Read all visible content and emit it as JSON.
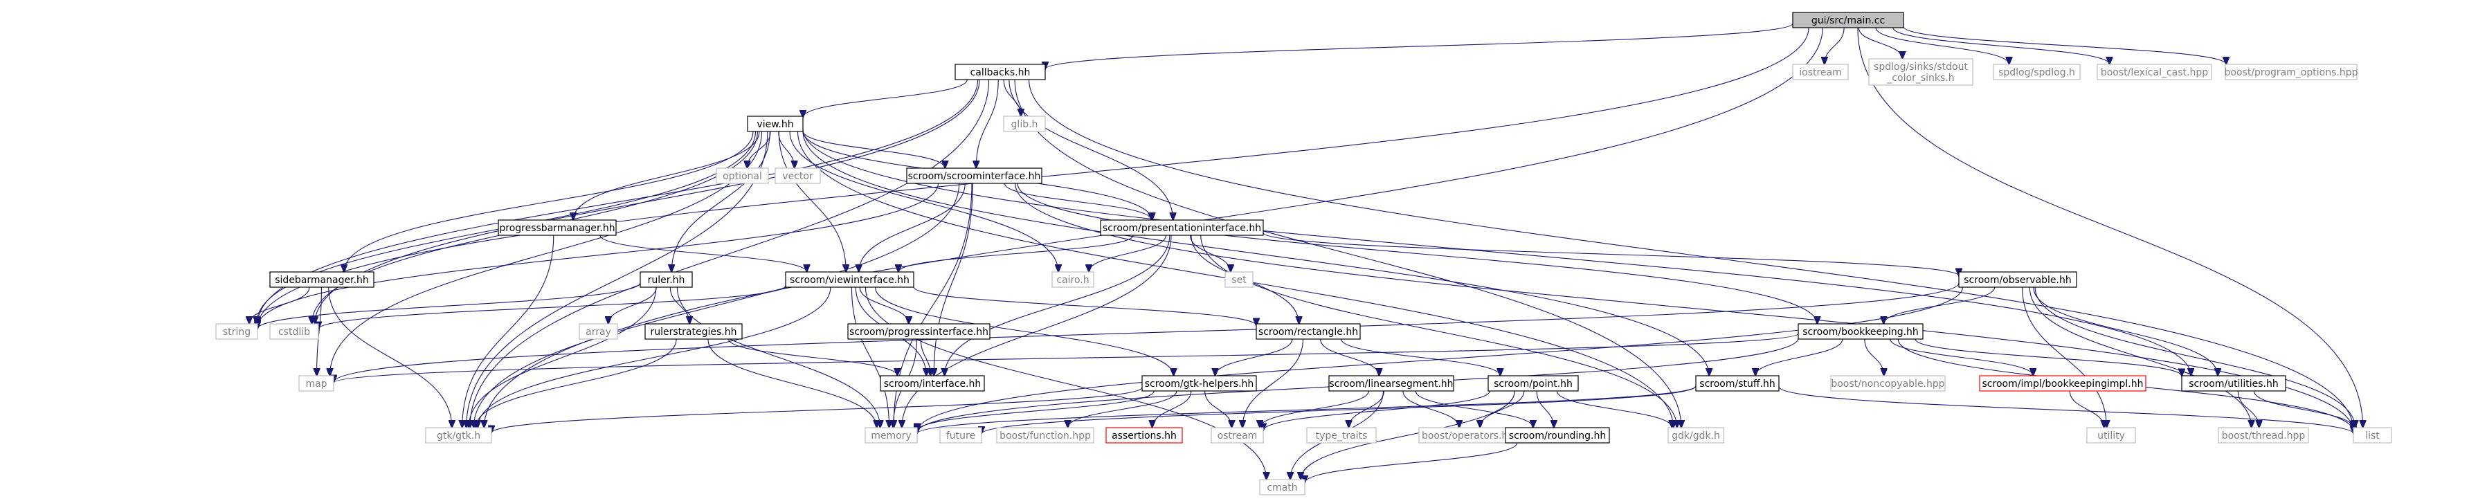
{
  "colors": {
    "edge": "#191970",
    "text_normal": "#000000",
    "text_external": "#808080",
    "text_missing": "#000000",
    "border_normal": "#000000",
    "border_external": "#bfbfbf",
    "border_missing": "#ff0000",
    "fill_root": "#bfbfbf",
    "fill_normal": "#ffffff"
  },
  "graph": {
    "nodes": [
      {
        "id": "main",
        "label": "gui/src/main.cc",
        "kind": "root"
      },
      {
        "id": "callbacks",
        "label": "callbacks.hh",
        "kind": "normal"
      },
      {
        "id": "iostream",
        "label": "iostream",
        "kind": "external"
      },
      {
        "id": "spdlog_sinks",
        "label": "spdlog/sinks/stdout\n_color_sinks.h",
        "kind": "external"
      },
      {
        "id": "spdlog",
        "label": "spdlog/spdlog.h",
        "kind": "external"
      },
      {
        "id": "lexical_cast",
        "label": "boost/lexical_cast.hpp",
        "kind": "external"
      },
      {
        "id": "program_options",
        "label": "boost/program_options.hpp",
        "kind": "external"
      },
      {
        "id": "glib",
        "label": "glib.h",
        "kind": "external"
      },
      {
        "id": "view",
        "label": "view.hh",
        "kind": "normal"
      },
      {
        "id": "optional",
        "label": "optional",
        "kind": "external"
      },
      {
        "id": "vector",
        "label": "vector",
        "kind": "external"
      },
      {
        "id": "scroominterface",
        "label": "scroom/scroominterface.hh",
        "kind": "normal"
      },
      {
        "id": "progressbarmanager",
        "label": "progressbarmanager.hh",
        "kind": "normal"
      },
      {
        "id": "presentationinterface",
        "label": "scroom/presentationinterface.hh",
        "kind": "normal"
      },
      {
        "id": "sidebarmanager",
        "label": "sidebarmanager.hh",
        "kind": "normal"
      },
      {
        "id": "ruler",
        "label": "ruler.hh",
        "kind": "normal"
      },
      {
        "id": "viewinterface",
        "label": "scroom/viewinterface.hh",
        "kind": "normal"
      },
      {
        "id": "cairo",
        "label": "cairo.h",
        "kind": "external"
      },
      {
        "id": "set",
        "label": "set",
        "kind": "external"
      },
      {
        "id": "observable",
        "label": "scroom/observable.hh",
        "kind": "normal"
      },
      {
        "id": "string",
        "label": "string",
        "kind": "external"
      },
      {
        "id": "cstdlib",
        "label": "cstdlib",
        "kind": "external"
      },
      {
        "id": "array",
        "label": "array",
        "kind": "external"
      },
      {
        "id": "rulerstrategies",
        "label": "rulerstrategies.hh",
        "kind": "normal"
      },
      {
        "id": "progressinterface",
        "label": "scroom/progressinterface.hh",
        "kind": "normal"
      },
      {
        "id": "rectangle",
        "label": "scroom/rectangle.hh",
        "kind": "normal"
      },
      {
        "id": "bookkeeping",
        "label": "scroom/bookkeeping.hh",
        "kind": "normal"
      },
      {
        "id": "map",
        "label": "map",
        "kind": "external"
      },
      {
        "id": "interface",
        "label": "scroom/interface.hh",
        "kind": "normal"
      },
      {
        "id": "gtkhelpers",
        "label": "scroom/gtk-helpers.hh",
        "kind": "normal"
      },
      {
        "id": "linearsegment",
        "label": "scroom/linearsegment.hh",
        "kind": "normal"
      },
      {
        "id": "point",
        "label": "scroom/point.hh",
        "kind": "normal"
      },
      {
        "id": "stuff",
        "label": "scroom/stuff.hh",
        "kind": "normal"
      },
      {
        "id": "noncopyable",
        "label": "boost/noncopyable.hpp",
        "kind": "external"
      },
      {
        "id": "bookkeepingimpl",
        "label": "scroom/impl/bookkeepingimpl.hh",
        "kind": "missing"
      },
      {
        "id": "utilities",
        "label": "scroom/utilities.hh",
        "kind": "normal"
      },
      {
        "id": "gtk",
        "label": "gtk/gtk.h",
        "kind": "external"
      },
      {
        "id": "memory",
        "label": "memory",
        "kind": "external"
      },
      {
        "id": "future",
        "label": "future",
        "kind": "external"
      },
      {
        "id": "function",
        "label": "boost/function.hpp",
        "kind": "external"
      },
      {
        "id": "assertions",
        "label": "assertions.hh",
        "kind": "missing"
      },
      {
        "id": "ostream",
        "label": "ostream",
        "kind": "external"
      },
      {
        "id": "type_traits",
        "label": "type_traits",
        "kind": "external"
      },
      {
        "id": "operators",
        "label": "boost/operators.hpp",
        "kind": "external"
      },
      {
        "id": "rounding",
        "label": "scroom/rounding.hh",
        "kind": "normal"
      },
      {
        "id": "gdk",
        "label": "gdk/gdk.h",
        "kind": "external"
      },
      {
        "id": "utility",
        "label": "utility",
        "kind": "external"
      },
      {
        "id": "thread",
        "label": "boost/thread.hpp",
        "kind": "external"
      },
      {
        "id": "list",
        "label": "list",
        "kind": "external"
      },
      {
        "id": "cmath",
        "label": "cmath",
        "kind": "external"
      }
    ],
    "edges": [
      [
        "main",
        "callbacks"
      ],
      [
        "main",
        "iostream"
      ],
      [
        "main",
        "spdlog_sinks"
      ],
      [
        "main",
        "spdlog"
      ],
      [
        "main",
        "lexical_cast"
      ],
      [
        "main",
        "program_options"
      ],
      [
        "main",
        "gtk"
      ],
      [
        "main",
        "string"
      ],
      [
        "main",
        "list"
      ],
      [
        "callbacks",
        "glib"
      ],
      [
        "callbacks",
        "view"
      ],
      [
        "callbacks",
        "scroominterface"
      ],
      [
        "callbacks",
        "presentationinterface"
      ],
      [
        "callbacks",
        "gtk"
      ],
      [
        "callbacks",
        "string"
      ],
      [
        "callbacks",
        "cstdlib"
      ],
      [
        "callbacks",
        "gdk"
      ],
      [
        "callbacks",
        "list"
      ],
      [
        "view",
        "optional"
      ],
      [
        "view",
        "vector"
      ],
      [
        "view",
        "scroominterface"
      ],
      [
        "view",
        "progressbarmanager"
      ],
      [
        "view",
        "presentationinterface"
      ],
      [
        "view",
        "sidebarmanager"
      ],
      [
        "view",
        "ruler"
      ],
      [
        "view",
        "viewinterface"
      ],
      [
        "view",
        "cairo"
      ],
      [
        "view",
        "string"
      ],
      [
        "view",
        "cstdlib"
      ],
      [
        "view",
        "map"
      ],
      [
        "view",
        "gtk"
      ],
      [
        "view",
        "stuff"
      ],
      [
        "view",
        "utilities"
      ],
      [
        "view",
        "gdk"
      ],
      [
        "scroominterface",
        "presentationinterface"
      ],
      [
        "scroominterface",
        "viewinterface"
      ],
      [
        "scroominterface",
        "bookkeeping"
      ],
      [
        "scroominterface",
        "interface"
      ],
      [
        "scroominterface",
        "string"
      ],
      [
        "scroominterface",
        "memory"
      ],
      [
        "scroominterface",
        "gtk"
      ],
      [
        "scroominterface",
        "list"
      ],
      [
        "progressbarmanager",
        "viewinterface"
      ],
      [
        "progressbarmanager",
        "gtk"
      ],
      [
        "presentationinterface",
        "viewinterface"
      ],
      [
        "presentationinterface",
        "cairo"
      ],
      [
        "presentationinterface",
        "set"
      ],
      [
        "presentationinterface",
        "observable"
      ],
      [
        "presentationinterface",
        "rectangle"
      ],
      [
        "presentationinterface",
        "interface"
      ],
      [
        "presentationinterface",
        "memory"
      ],
      [
        "presentationinterface",
        "gdk"
      ],
      [
        "sidebarmanager",
        "string"
      ],
      [
        "sidebarmanager",
        "map"
      ],
      [
        "sidebarmanager",
        "gtk"
      ],
      [
        "ruler",
        "array"
      ],
      [
        "ruler",
        "rulerstrategies"
      ],
      [
        "ruler",
        "gtk"
      ],
      [
        "ruler",
        "memory"
      ],
      [
        "ruler",
        "string"
      ],
      [
        "viewinterface",
        "progressinterface"
      ],
      [
        "viewinterface",
        "rectangle"
      ],
      [
        "viewinterface",
        "interface"
      ],
      [
        "viewinterface",
        "gtkhelpers"
      ],
      [
        "viewinterface",
        "memory"
      ],
      [
        "viewinterface",
        "gtk"
      ],
      [
        "viewinterface",
        "cstdlib"
      ],
      [
        "viewinterface",
        "cmath"
      ],
      [
        "observable",
        "bookkeeping"
      ],
      [
        "observable",
        "utilities"
      ],
      [
        "observable",
        "map"
      ],
      [
        "observable",
        "memory"
      ],
      [
        "observable",
        "list"
      ],
      [
        "observable",
        "thread"
      ],
      [
        "observable",
        "utility"
      ],
      [
        "rulerstrategies",
        "interface"
      ],
      [
        "rulerstrategies",
        "gtk"
      ],
      [
        "rulerstrategies",
        "memory"
      ],
      [
        "progressinterface",
        "interface"
      ],
      [
        "progressinterface",
        "memory"
      ],
      [
        "rectangle",
        "linearsegment"
      ],
      [
        "rectangle",
        "point"
      ],
      [
        "rectangle",
        "gtkhelpers"
      ],
      [
        "rectangle",
        "ostream"
      ],
      [
        "bookkeeping",
        "noncopyable"
      ],
      [
        "bookkeeping",
        "bookkeepingimpl"
      ],
      [
        "bookkeeping",
        "utilities"
      ],
      [
        "bookkeeping",
        "stuff"
      ],
      [
        "bookkeeping",
        "map"
      ],
      [
        "bookkeeping",
        "memory"
      ],
      [
        "bookkeeping",
        "list"
      ],
      [
        "gtkhelpers",
        "assertions"
      ],
      [
        "gtkhelpers",
        "function"
      ],
      [
        "gtkhelpers",
        "memory"
      ],
      [
        "gtkhelpers",
        "gtk"
      ],
      [
        "gtkhelpers",
        "ostream"
      ],
      [
        "linearsegment",
        "type_traits"
      ],
      [
        "linearsegment",
        "operators"
      ],
      [
        "linearsegment",
        "rounding"
      ],
      [
        "linearsegment",
        "ostream"
      ],
      [
        "linearsegment",
        "cmath"
      ],
      [
        "point",
        "operators"
      ],
      [
        "point",
        "rounding"
      ],
      [
        "point",
        "ostream"
      ],
      [
        "point",
        "gdk"
      ],
      [
        "point",
        "cmath"
      ],
      [
        "stuff",
        "memory"
      ],
      [
        "stuff",
        "future"
      ],
      [
        "stuff",
        "list"
      ],
      [
        "bookkeepingimpl",
        "utility"
      ],
      [
        "utilities",
        "thread"
      ],
      [
        "utilities",
        "list"
      ],
      [
        "rounding",
        "cmath"
      ]
    ]
  }
}
